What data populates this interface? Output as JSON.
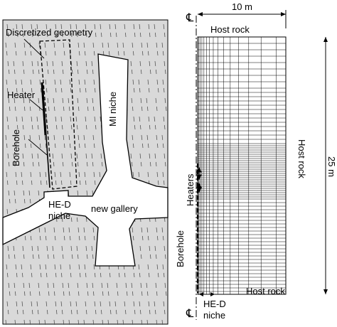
{
  "left_panel": {
    "discretized_geometry": "Discretized geometry",
    "heater": "Heater",
    "borehole": "Borehole",
    "mi_niche": "MI niche",
    "hed_niche_line1": "HE-D",
    "hed_niche_line2": "niche",
    "new_gallery": "new gallery"
  },
  "right_panel": {
    "centerline_symbol": "℄",
    "width_dim": "10 m",
    "height_dim": "25 m",
    "host_rock_top": "Host rock",
    "host_rock_right": "Host rock",
    "host_rock_bottom": "Host rock",
    "heaters": "Heaters",
    "borehole": "Borehole",
    "hed_niche_line1": "HE-D",
    "hed_niche_line2": "niche"
  }
}
